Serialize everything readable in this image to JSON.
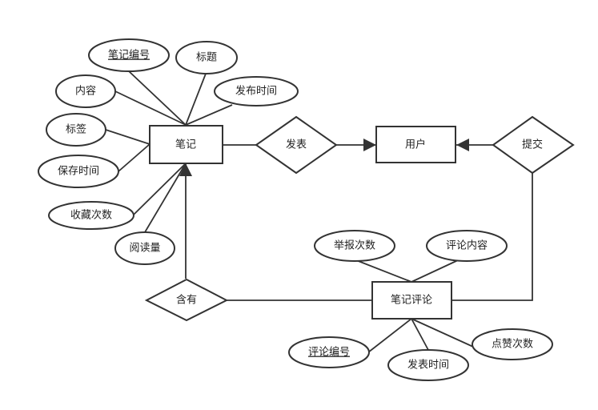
{
  "entities": {
    "note": "笔记",
    "user": "用户",
    "comment": "笔记评论"
  },
  "relationships": {
    "publish": "发表",
    "submit": "提交",
    "contain": "含有"
  },
  "note_attributes": {
    "id": "笔记编号",
    "title": "标题",
    "content": "内容",
    "publish_time": "发布时间",
    "tags": "标签",
    "save_time": "保存时间",
    "favorites": "收藏次数",
    "reads": "阅读量"
  },
  "comment_attributes": {
    "reports": "举报次数",
    "content": "评论内容",
    "id": "评论编号",
    "publish_time": "发表时间",
    "likes": "点赞次数"
  }
}
